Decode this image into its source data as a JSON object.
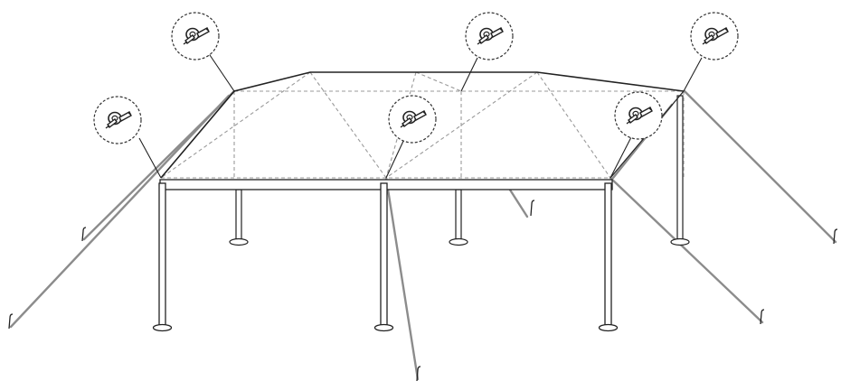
{
  "diagram": {
    "subject": "tent-frame-with-guy-ropes",
    "callout_icon": "tension-ratchet-icon",
    "callout_count": 6,
    "callout_targets": [
      "front-left-corner",
      "rear-left-corner",
      "front-middle-eave",
      "rear-ridge-center",
      "front-right-corner",
      "rear-right-corner"
    ],
    "colors": {
      "frame": "#222222",
      "hidden_frame": "#9a9a9a",
      "guy_rope": "#8c8c8c",
      "callout_border": "#333333",
      "background": "#ffffff"
    }
  }
}
